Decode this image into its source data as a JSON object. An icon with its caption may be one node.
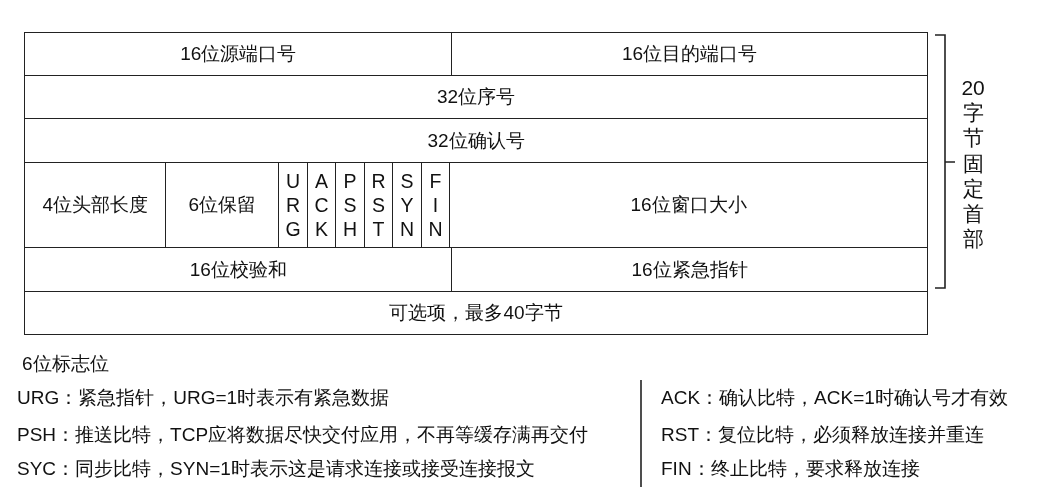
{
  "diagram": {
    "nodes": [
      {
        "text": [
          "16位源端口号"
        ]
      },
      {
        "text": [
          "16位目的端口号"
        ]
      },
      {
        "text": [
          "32位序号"
        ]
      },
      {
        "text": [
          "32位确认号"
        ]
      },
      {
        "text": [
          "4位头部长度"
        ]
      },
      {
        "text": [
          "6位保留"
        ]
      },
      {
        "text": [
          "URG"
        ]
      },
      {
        "text": [
          "ACK"
        ]
      },
      {
        "text": [
          "PSH"
        ]
      },
      {
        "text": [
          "RST"
        ]
      },
      {
        "text": [
          "SYN"
        ]
      },
      {
        "text": [
          "FIN"
        ]
      },
      {
        "text": [
          "16位窗口大小"
        ]
      },
      {
        "text": [
          "16位校验和"
        ]
      },
      {
        "text": [
          "16位紧急指针"
        ]
      },
      {
        "text": [
          "可选项，最多40字节"
        ]
      }
    ],
    "labels": [
      "20字节固定首部",
      "6位标志位",
      "URG：紧急指针，URG=1时表示有紧急数据",
      "ACK：确认比特，ACK=1时确认号才有效",
      "PSH：推送比特，TCP应将数据尽快交付应用，不再等缓存满再交付",
      "RST：复位比特，必须释放连接并重连",
      "SYC：同步比特，SYN=1时表示这是请求连接或接受连接报文",
      "FIN：终止比特，要求释放连接"
    ]
  }
}
